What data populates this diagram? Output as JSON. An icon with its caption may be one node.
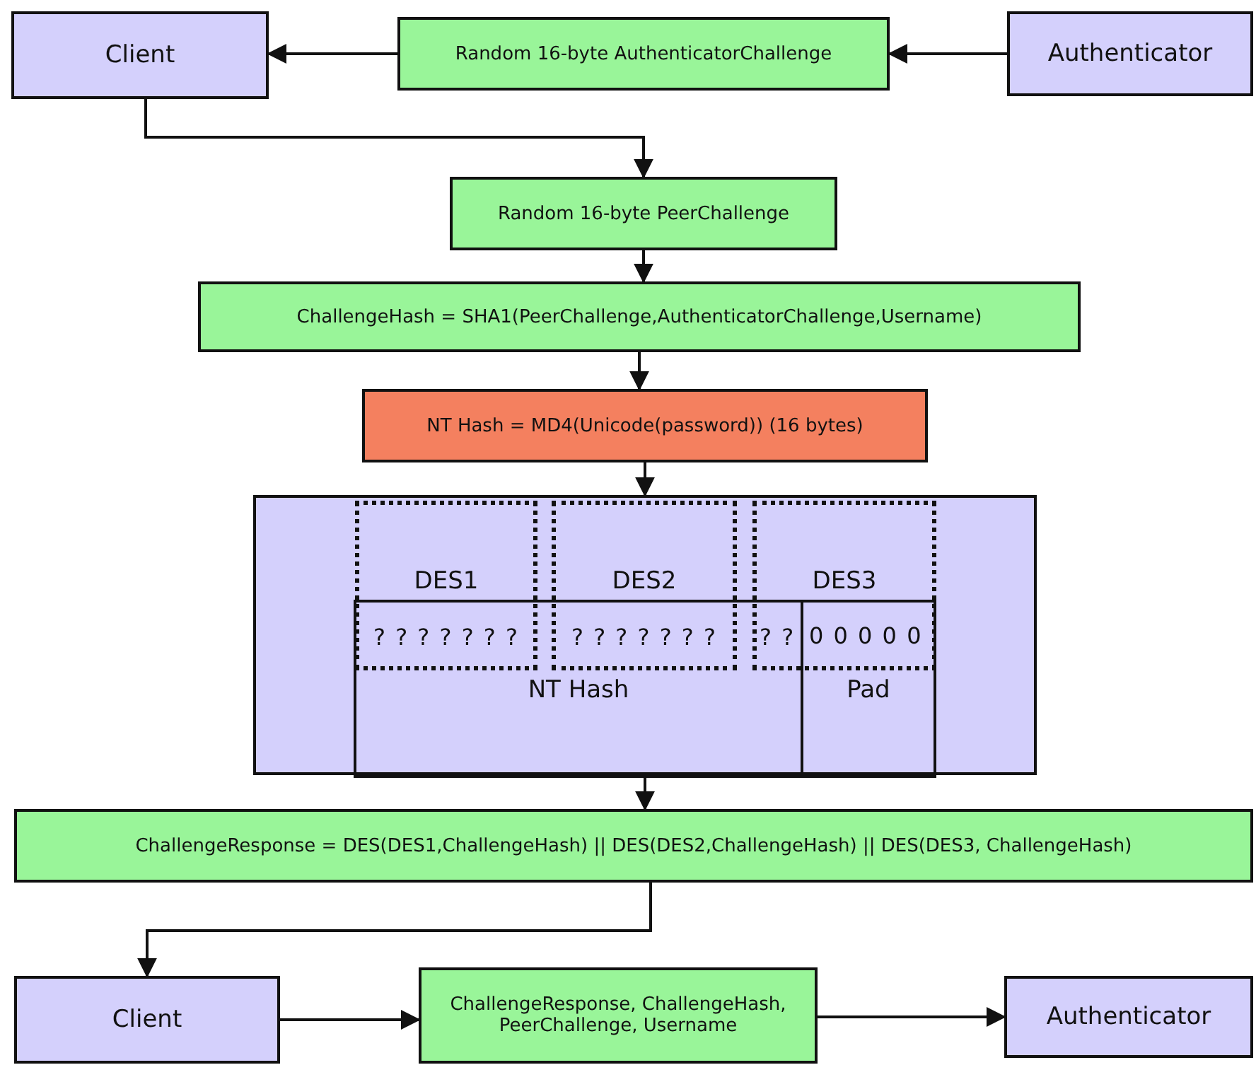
{
  "diagram": {
    "nodes": [
      {
        "text": [
          "Client"
        ]
      },
      {
        "text": [
          "Random 16-byte AuthenticatorChallenge"
        ]
      },
      {
        "text": [
          "Authenticator"
        ]
      },
      {
        "text": [
          "Random 16-byte PeerChallenge"
        ]
      },
      {
        "text": [
          "ChallengeHash = SHA1(PeerChallenge,AuthenticatorChallenge,Username)"
        ]
      },
      {
        "text": [
          "NT Hash = MD4(Unicode(password)) (16 bytes)"
        ]
      },
      {
        "text": [],
        "shape": "box"
      },
      {
        "text": [
          "DES1",
          "? ? ? ? ? ? ?"
        ],
        "in": 6
      },
      {
        "text": [
          "DES2",
          "? ? ? ? ? ? ?"
        ],
        "in": 6
      },
      {
        "text": [
          "DES3",
          "? ?"
        ],
        "in": 6
      },
      {
        "text": [
          "NT Hash"
        ],
        "in": 6
      },
      {
        "text": [
          "0 0 0 0 0",
          "Pad"
        ],
        "in": 6
      },
      {
        "text": [
          "ChallengeResponse = DES(DES1,ChallengeHash) || DES(DES2,ChallengeHash) || DES(DES3, ChallengeHash)"
        ]
      },
      {
        "text": [
          "Client"
        ]
      },
      {
        "text": [
          "ChallengeResponse, ChallengeHash, PeerChallenge, Username"
        ]
      },
      {
        "text": [
          "Authenticator"
        ]
      }
    ],
    "edges": [
      {
        "from": 1,
        "to": 0,
        "arrow": "to"
      },
      {
        "from": 2,
        "to": 1,
        "arrow": "to"
      },
      {
        "from": 0,
        "to": 3,
        "arrow": "to"
      },
      {
        "from": 3,
        "to": 4,
        "arrow": "to"
      },
      {
        "from": 4,
        "to": 5,
        "arrow": "to"
      },
      {
        "from": 5,
        "to": 6,
        "arrow": "to"
      },
      {
        "from": 6,
        "to": 12,
        "arrow": "to"
      },
      {
        "from": 12,
        "to": 13,
        "arrow": "to"
      },
      {
        "from": 13,
        "to": 14,
        "arrow": "to"
      },
      {
        "from": 14,
        "to": 15,
        "arrow": "to"
      }
    ]
  }
}
